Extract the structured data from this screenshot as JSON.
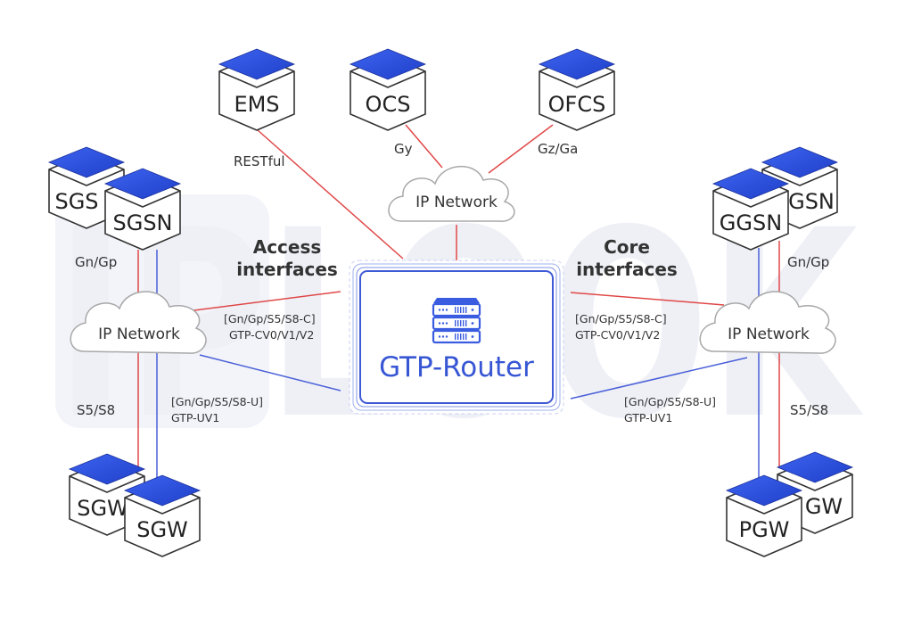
{
  "watermark": "IPLOOK",
  "router": {
    "label": "GTP-Router",
    "icon": "server-rack-icon"
  },
  "colors": {
    "control_line": "#e04848",
    "user_line": "#4a5fd8",
    "node_top": "#2f52e0",
    "router_border": "#3f5ad6",
    "router_text": "#3756d4",
    "cloud_stroke": "#a8a8a8"
  },
  "section_titles": {
    "access": [
      "Access",
      "interfaces"
    ],
    "core": [
      "Core",
      "interfaces"
    ]
  },
  "nodes": {
    "ems": "EMS",
    "ocs": "OCS",
    "ofcs": "OFCS",
    "sgsn_back": "SGS",
    "sgsn_front": "SGSN",
    "ggsn_back": "GSN",
    "ggsn_front": "GGSN",
    "sgw_back": "SGW",
    "sgw_front": "SGW",
    "pgw_back": "GW",
    "pgw_front": "PGW"
  },
  "clouds": {
    "top": "IP Network",
    "left": "IP Network",
    "right": "IP Network"
  },
  "interface_labels": {
    "restful": "RESTful",
    "gy": "Gy",
    "gz_ga": "Gz/Ga",
    "left_gn_gp": "Gn/Gp",
    "right_gn_gp": "Gn/Gp",
    "left_s5_s8": "S5/S8",
    "right_s5_s8": "S5/S8",
    "left_control": [
      "[Gn/Gp/S5/S8-C]",
      "GTP-CV0/V1/V2"
    ],
    "right_control": [
      "[Gn/Gp/S5/S8-C]",
      "GTP-CV0/V1/V2"
    ],
    "left_user": [
      "[Gn/Gp/S5/S8-U]",
      "GTP-UV1"
    ],
    "right_user": [
      "[Gn/Gp/S5/S8-U]",
      "GTP-UV1"
    ]
  }
}
